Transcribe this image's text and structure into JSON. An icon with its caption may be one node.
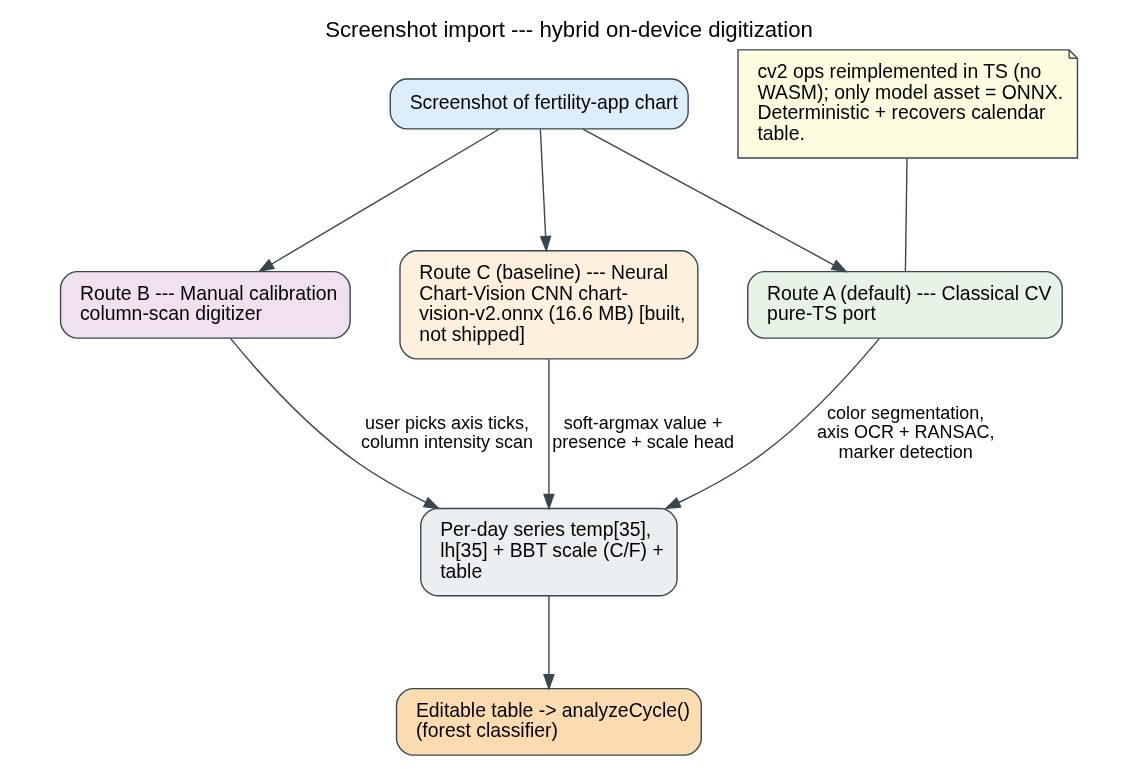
{
  "diagram": {
    "title": "Screenshot import --- hybrid on-device digitization",
    "nodes": [
      {
        "text": [
          "Screenshot of fertility-app chart"
        ]
      },
      {
        "text": [
          "Route A (default) --- Classical CV pure-TS port"
        ]
      },
      {
        "text": [
          "Route B --- Manual calibration column-scan digitizer"
        ]
      },
      {
        "text": [
          "Route C (baseline) --- Neural Chart-Vision CNN chart-vision-v2.onnx (16.6 MB) [built, not shipped]"
        ]
      },
      {
        "text": [
          "cv2 ops reimplemented in TS (no WASM); only model asset = ONNX. Deterministic + recovers calendar table."
        ]
      },
      {
        "text": [
          "Per-day series temp[35], lh[35] + BBT scale (C/F) + table"
        ]
      },
      {
        "text": [
          "Editable table -> analyzeCycle() (forest classifier)"
        ]
      }
    ],
    "edges": [
      {
        "from": 0,
        "to": 1,
        "arrow": "to"
      },
      {
        "from": 0,
        "to": 2,
        "arrow": "to"
      },
      {
        "from": 0,
        "to": 3,
        "arrow": "to"
      },
      {
        "from": 4,
        "to": 1,
        "arrow": "none"
      },
      {
        "from": 1,
        "to": 5,
        "arrow": "to",
        "label": "color segmentation, axis OCR + RANSAC, marker detection"
      },
      {
        "from": 2,
        "to": 5,
        "arrow": "to",
        "label": "user picks axis ticks, column intensity scan"
      },
      {
        "from": 3,
        "to": 5,
        "arrow": "to",
        "label": "soft-argmax value + presence + scale head"
      },
      {
        "from": 5,
        "to": 6,
        "arrow": "to"
      }
    ]
  }
}
